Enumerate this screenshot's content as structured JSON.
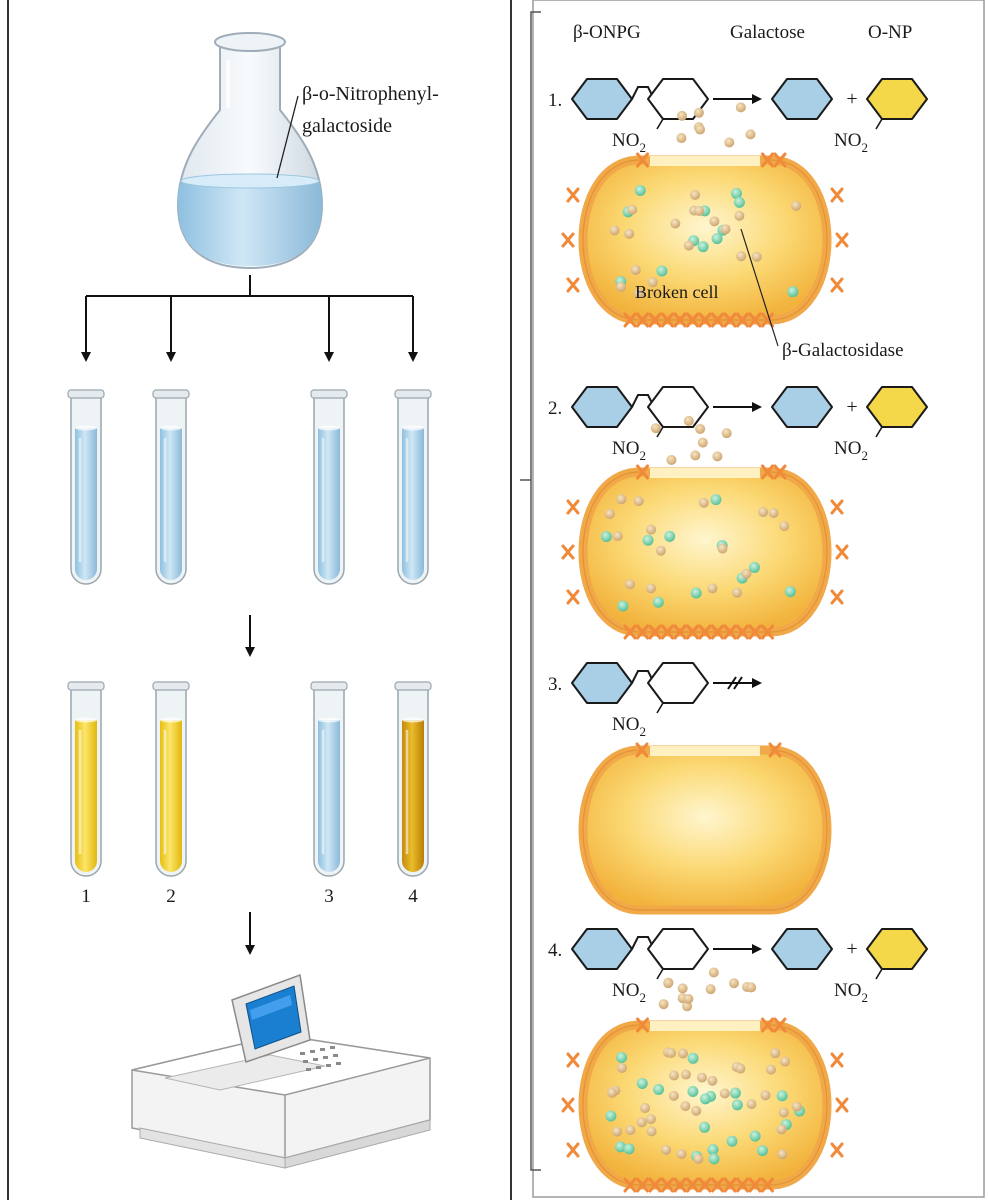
{
  "left_panel": {
    "flask_label_line1": "β-o-Nitrophenyl-",
    "flask_label_line2": "galactoside",
    "tube_numbers": [
      "1",
      "2",
      "3",
      "4"
    ],
    "tube_result_colors": [
      "yellow",
      "yellow",
      "blue",
      "dark-yellow"
    ]
  },
  "right_panel": {
    "headers": {
      "substrate": "β-ONPG",
      "product_1": "Galactose",
      "product_2": "O-NP"
    },
    "no2_label": "NO",
    "no2_subscript": "2",
    "broken_cell_label": "Broken cell",
    "enzyme_label": "β-Galactosidase",
    "reactions": [
      {
        "number": "1.",
        "proceeds": true,
        "plus": "+"
      },
      {
        "number": "2.",
        "proceeds": true,
        "plus": "+"
      },
      {
        "number": "3.",
        "proceeds": false,
        "plus": ""
      },
      {
        "number": "4.",
        "proceeds": true,
        "plus": "+"
      }
    ]
  },
  "colors": {
    "galactose_blue": "#a9cfe6",
    "onp_yellow": "#f5d84a",
    "cell_orange": "#f0a848",
    "liquid_blue": "#b9dcef",
    "liquid_yellow": "#f2d12e",
    "liquid_dark_yellow": "#d9a418"
  }
}
